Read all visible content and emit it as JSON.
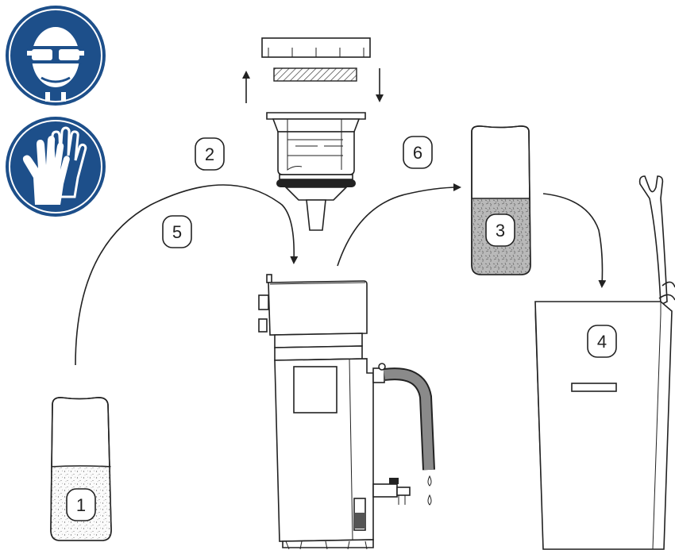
{
  "steps": {
    "step1": "1",
    "step2": "2",
    "step3": "3",
    "step4": "4",
    "step5": "5",
    "step6": "6"
  },
  "safety_signs": [
    {
      "name": "eye-protection-icon",
      "color": "#1d4f8a"
    },
    {
      "name": "hand-protection-icon",
      "color": "#1d4f8a"
    }
  ],
  "colors": {
    "sign_blue": "#1d4f8a",
    "line": "#222222",
    "hose": "#8a8a8a",
    "dark_fill": "#666666",
    "sludge": "#bdbdbd"
  }
}
